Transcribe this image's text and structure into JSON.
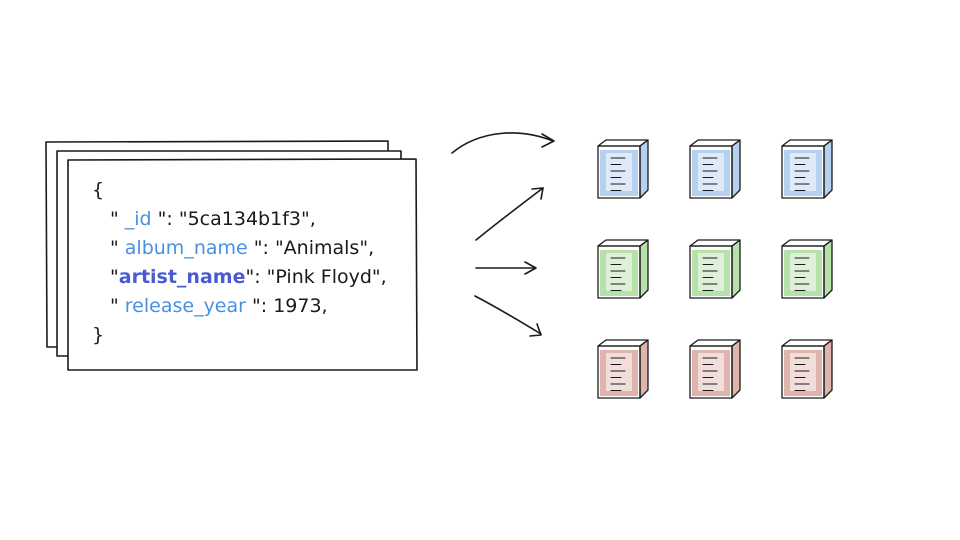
{
  "document": {
    "open_brace": "{",
    "close_brace": "}",
    "fields": [
      {
        "key": "_id",
        "value": "\"5ca134b1f3\",",
        "emphasis": false
      },
      {
        "key": "album_name",
        "value": "\"Animals\",",
        "emphasis": false
      },
      {
        "key": "artist_name",
        "value": "\"Pink Floyd\",",
        "emphasis": true
      },
      {
        "key": "release_year",
        "value": "1973,",
        "emphasis": false
      }
    ]
  },
  "colors": {
    "key": "#4a90e2",
    "key_emphasis": "#4a5bd0",
    "ink": "#1a1a1a",
    "shard_groups": [
      "#a9c8ec",
      "#a9dc9a",
      "#d9a79e"
    ]
  },
  "shards": {
    "rows": 3,
    "columns": 3,
    "icon": "server-node-icon"
  }
}
